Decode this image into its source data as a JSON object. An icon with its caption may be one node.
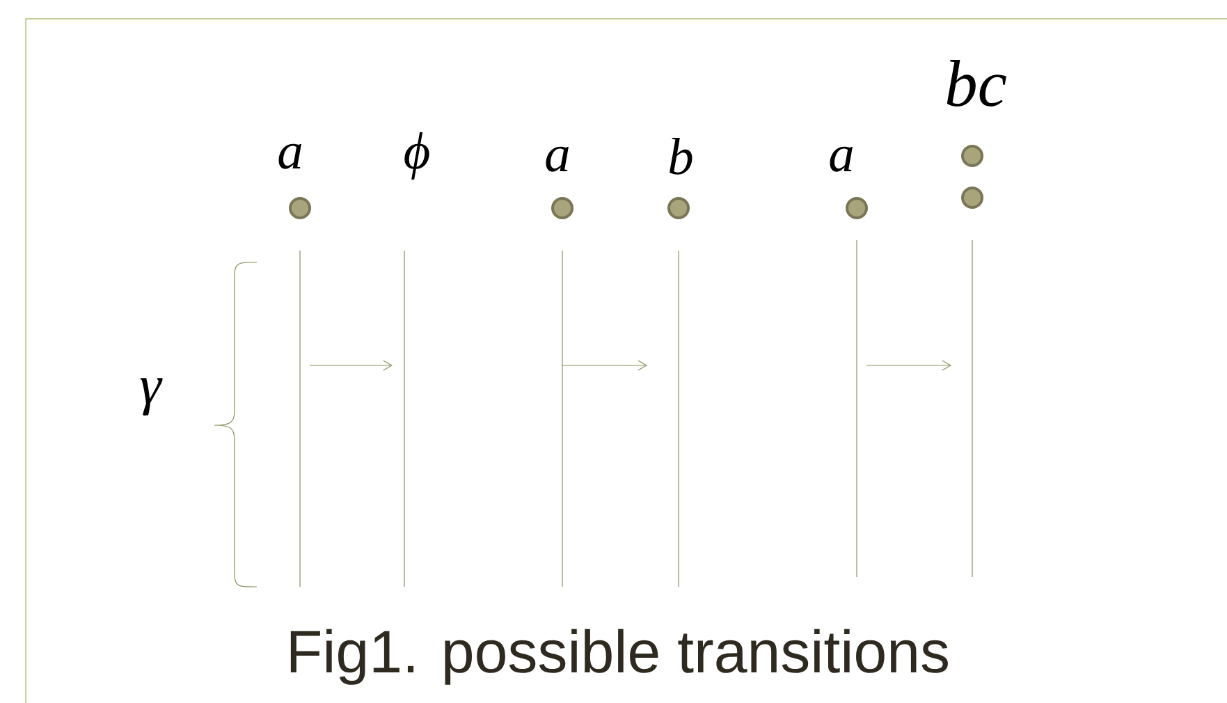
{
  "diagram": {
    "caption": "Fig1. possible transitions",
    "nodes": [
      {
        "text": [
          "a"
        ]
      },
      {
        "text": [
          "ϕ"
        ]
      },
      {
        "text": [
          "a"
        ]
      },
      {
        "text": [
          "b"
        ]
      },
      {
        "text": [
          "a"
        ]
      },
      {
        "text": [
          "bc"
        ]
      }
    ],
    "edges": [
      {
        "from": 0,
        "to": 1,
        "arrow": "to"
      },
      {
        "from": 2,
        "to": 3,
        "arrow": "to"
      },
      {
        "from": 4,
        "to": 5,
        "arrow": "to"
      }
    ],
    "labels": [
      "γ"
    ]
  }
}
